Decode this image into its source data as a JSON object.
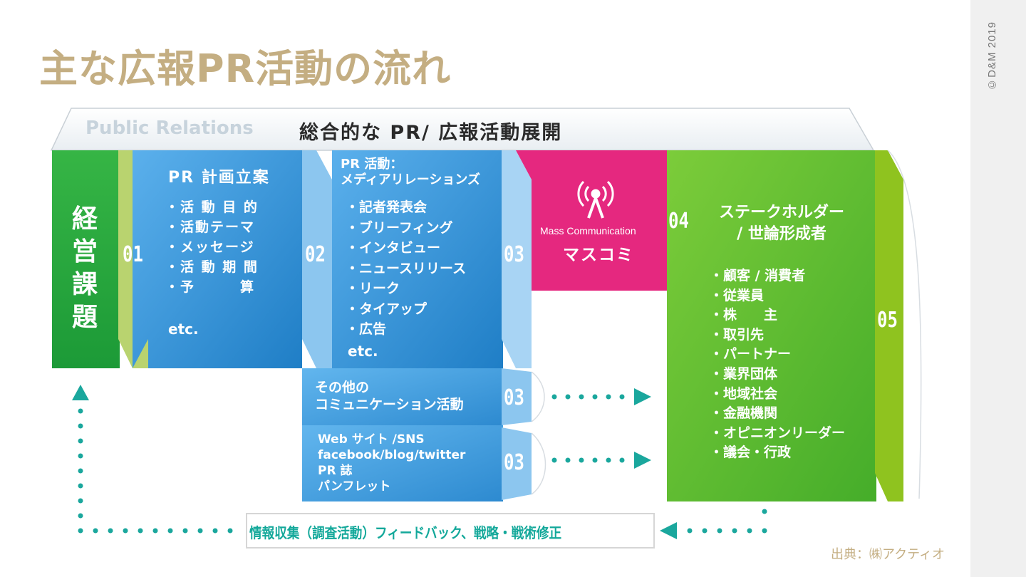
{
  "title": "主な広報PR活動の流れ",
  "copyright": "©D&M 2019",
  "credit": "出典：㈱アクティオ",
  "header": {
    "english": "Public Relations",
    "japanese": "総合的な PR/ 広報活動展開"
  },
  "start": {
    "label": "経営課題"
  },
  "steps": {
    "s1": {
      "number": "01",
      "title": "PR 計画立案",
      "items": [
        "・活 動 目 的",
        "・活動テーマ",
        "・メッセージ",
        "・活 動 期 間",
        "・予　　　算"
      ],
      "etc": "etc."
    },
    "s2": {
      "number": "02",
      "title_line1": "PR 活動：",
      "title_line2": "メディアリレーションズ",
      "items": [
        "・記者発表会",
        "・ブリーフィング",
        "・インタビュー",
        "・ニュースリリース",
        "・リーク",
        "・タイアップ",
        "・広告"
      ],
      "etc": "etc."
    },
    "s3": {
      "number": "03",
      "label_en": "Mass Communication",
      "label_jp": "マスコミ"
    },
    "s4": {
      "number": "04",
      "title_line1": "ステークホルダー",
      "title_line2": "/ 世論形成者",
      "items": [
        "・顧客 / 消費者",
        "・従業員",
        "・株　　主",
        "・取引先",
        "・パートナー",
        "・業界団体",
        "・地域社会",
        "・金融機関",
        "・オピニオンリーダー",
        "・議会・行政"
      ]
    },
    "s5": {
      "number": "05"
    }
  },
  "other_comm": {
    "number": "03",
    "line1": "その他の",
    "line2": "コミュニケーション活動"
  },
  "web": {
    "number": "03",
    "items": [
      "Web サイト /SNS",
      "facebook/blog/twitter",
      "PR 誌",
      "パンフレット"
    ]
  },
  "feedback": {
    "label": "情報収集（調査活動）フィードバック、戦略・戦術修正"
  },
  "colors": {
    "green_dark": "#21a537",
    "green_light": "#7bc42e",
    "blue": "#2f8fd6",
    "blue_light": "#a8d4f4",
    "magenta": "#e5287f",
    "pink_light": "#f28bbf",
    "teal": "#1aa79d",
    "gold": "#c4ae82"
  }
}
